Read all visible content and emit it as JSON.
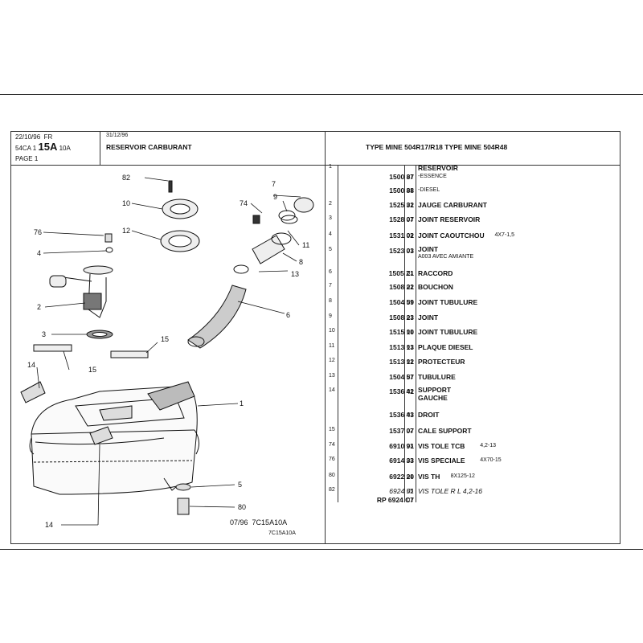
{
  "header": {
    "date_left": "22/10/96",
    "lang": "FR",
    "section_prefix": "54CA 1",
    "section_code": "15A",
    "section_suffix": "10A",
    "page": "PAGE 1",
    "date_right": "31/12/96",
    "title": "RESERVOIR CARBURANT",
    "type_mine": "TYPE MINE 504R17/R18 TYPE MINE 504R48"
  },
  "parts": [
    {
      "item": "1",
      "ref": "",
      "suffix": "",
      "qty": "",
      "desc": "RESERVOIR",
      "sub": ""
    },
    {
      "item": "",
      "ref": "1500 87",
      "suffix": "",
      "qty": "01",
      "desc": "",
      "sub": "-ESSENCE"
    },
    {
      "item": "",
      "ref": "1500 88",
      "suffix": "",
      "qty": "01",
      "desc": "",
      "sub": "-DIESEL"
    },
    {
      "item": "2",
      "ref": "1525 32",
      "suffix": "",
      "qty": "01",
      "desc": "JAUGE CARBURANT",
      "sub": ""
    },
    {
      "item": "3",
      "ref": "1528 07",
      "suffix": "",
      "qty": "01",
      "desc": "JOINT RESERVOIR",
      "sub": ""
    },
    {
      "item": "4",
      "ref": "1531 02",
      "suffix": "",
      "qty": "03",
      "desc": "JOINT CAOUTCHOU",
      "extra": "4X7-1,5",
      "sub": ""
    },
    {
      "item": "5",
      "ref": "1523 03",
      "suffix": "",
      "qty": "01",
      "desc": "JOINT",
      "sub": "A003 AVEC AMIANTE"
    },
    {
      "item": "6",
      "ref": "1505 Z1",
      "suffix": "",
      "qty": "01",
      "desc": "RACCORD",
      "sub": ""
    },
    {
      "item": "7",
      "ref": "1508 22",
      "suffix": "",
      "qty": "01",
      "desc": "BOUCHON",
      "sub": ""
    },
    {
      "item": "8",
      "ref": "1504 59",
      "suffix": "",
      "qty": "01",
      "desc": "JOINT TUBULURE",
      "sub": ""
    },
    {
      "item": "9",
      "ref": "1508 23",
      "suffix": "",
      "qty": "01",
      "desc": "JOINT",
      "sub": ""
    },
    {
      "item": "10",
      "ref": "1515 10",
      "suffix": "",
      "qty": "01",
      "desc": "JOINT TUBULURE",
      "sub": ""
    },
    {
      "item": "11",
      "ref": "1513 13",
      "suffix": "",
      "qty": "01",
      "desc": "PLAQUE DIESEL",
      "sub": ""
    },
    {
      "item": "12",
      "ref": "1513 12",
      "suffix": "",
      "qty": "01",
      "desc": "PROTECTEUR",
      "sub": ""
    },
    {
      "item": "13",
      "ref": "1504 57",
      "suffix": "",
      "qty": "01",
      "desc": "TUBULURE",
      "sub": ""
    },
    {
      "item": "14",
      "ref": "1536 42",
      "suffix": "",
      "qty": "01",
      "desc": "SUPPORT",
      "desc2": "GAUCHE",
      "sub": ""
    },
    {
      "item": "",
      "ref": "1536 43",
      "suffix": "",
      "qty": "01",
      "desc": "DROIT",
      "sub": ""
    },
    {
      "item": "15",
      "ref": "1537 07",
      "suffix": "",
      "qty": "02",
      "desc": "CALE SUPPORT",
      "sub": ""
    },
    {
      "item": "74",
      "ref": "6910 91",
      "suffix": "",
      "qty": "03",
      "desc": "VIS TOLE TCB",
      "extra": "4,2-13",
      "sub": ""
    },
    {
      "item": "76",
      "ref": "6914 33",
      "suffix": "",
      "qty": "03",
      "desc": "VIS SPECIALE",
      "extra": "4X70-15",
      "sub": ""
    },
    {
      "item": "80",
      "ref": "6922 20",
      "suffix": "",
      "qty": "01",
      "desc": "VIS TH",
      "extra": "8X125-12",
      "sub": ""
    },
    {
      "item": "82",
      "ref": "6924 51",
      "suffix": "",
      "qty": "05",
      "desc": "VIS TOLE R L 4,2-16",
      "sub": "",
      "italic": true
    },
    {
      "item": "",
      "ref": "RP 6924 C7",
      "suffix": "",
      "qty": "01",
      "desc": "",
      "sub": ""
    }
  ],
  "diagram": {
    "callouts": [
      "82",
      "10",
      "12",
      "76",
      "4",
      "2",
      "3",
      "15",
      "14",
      "15",
      "14",
      "74",
      "7",
      "9",
      "11",
      "8",
      "13",
      "6",
      "1",
      "5",
      "80"
    ]
  },
  "footer": {
    "date_code": "07/96",
    "code": "7C15A10A",
    "code_small": "7C15A10A"
  }
}
